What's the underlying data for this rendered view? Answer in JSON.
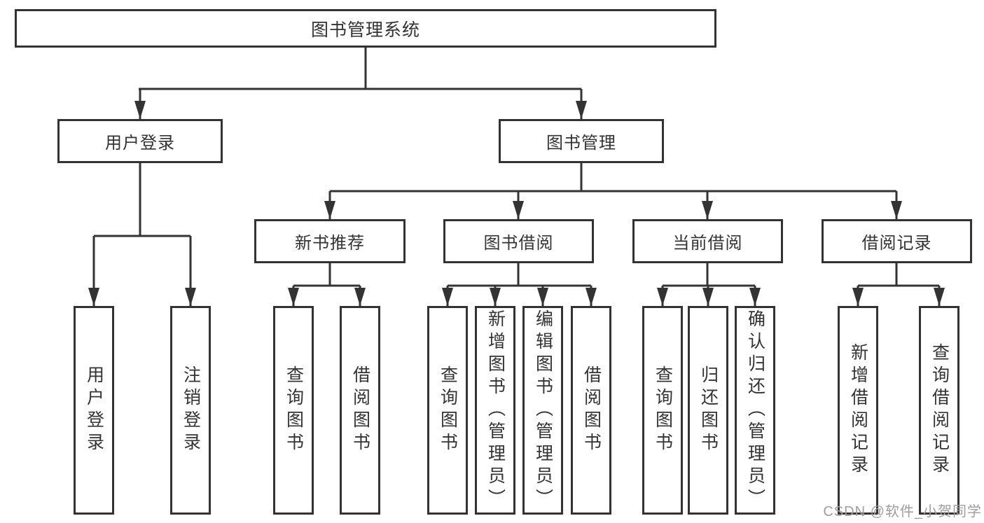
{
  "colors": {
    "line": "#333333",
    "text": "#333333",
    "box_bg": "#ffffff",
    "background": "#ffffff",
    "watermark": "#9e9e9e"
  },
  "nodes": {
    "root": {
      "label": "图书管理系统"
    },
    "level2": [
      {
        "label": "用户登录"
      },
      {
        "label": "图书管理"
      }
    ],
    "level3": [
      {
        "label": "新书推荐"
      },
      {
        "label": "图书借阅"
      },
      {
        "label": "当前借阅"
      },
      {
        "label": "借阅记录"
      }
    ],
    "leaves": [
      {
        "label": "用户登录"
      },
      {
        "label": "注销登录"
      },
      {
        "label": "查询图书"
      },
      {
        "label": "借阅图书"
      },
      {
        "label": "查询图书"
      },
      {
        "label": "新增图书（管理员）"
      },
      {
        "label": "编辑图书（管理员）"
      },
      {
        "label": "借阅图书"
      },
      {
        "label": "查询图书"
      },
      {
        "label": "归还图书"
      },
      {
        "label": "确认归还（管理员）"
      },
      {
        "label": "新增借阅记录"
      },
      {
        "label": "查询借阅记录"
      }
    ]
  },
  "watermark": {
    "text": "CSDN @软件_小贺同学"
  }
}
